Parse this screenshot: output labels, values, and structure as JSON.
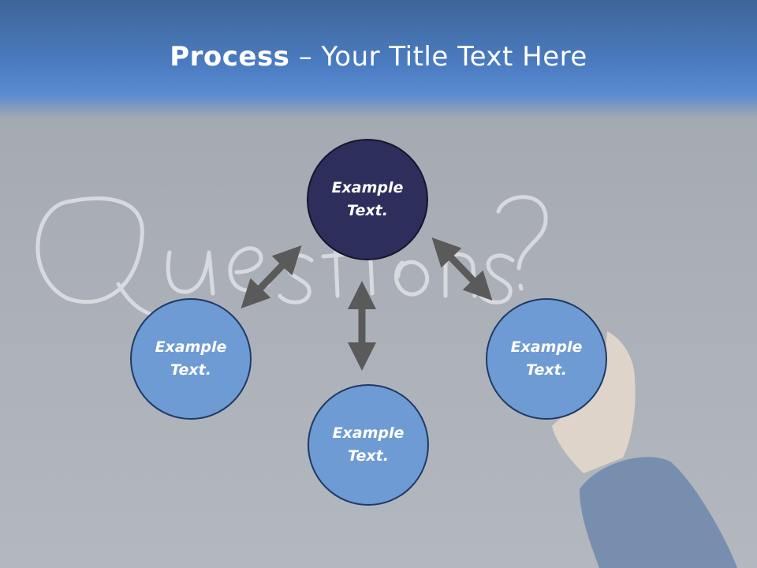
{
  "title": {
    "bold": "Process",
    "rest": " – Your Title Text Here"
  },
  "nodes": {
    "top": {
      "line1": "Example",
      "line2": "Text."
    },
    "left": {
      "line1": "Example",
      "line2": "Text."
    },
    "right": {
      "line1": "Example",
      "line2": "Text."
    },
    "bottom": {
      "line1": "Example",
      "line2": "Text."
    }
  },
  "colors": {
    "header": "#4b7cc1",
    "accent_dark": "#2e2e5c",
    "node": "#6e9bd4",
    "arrow": "#5a5a5a"
  }
}
